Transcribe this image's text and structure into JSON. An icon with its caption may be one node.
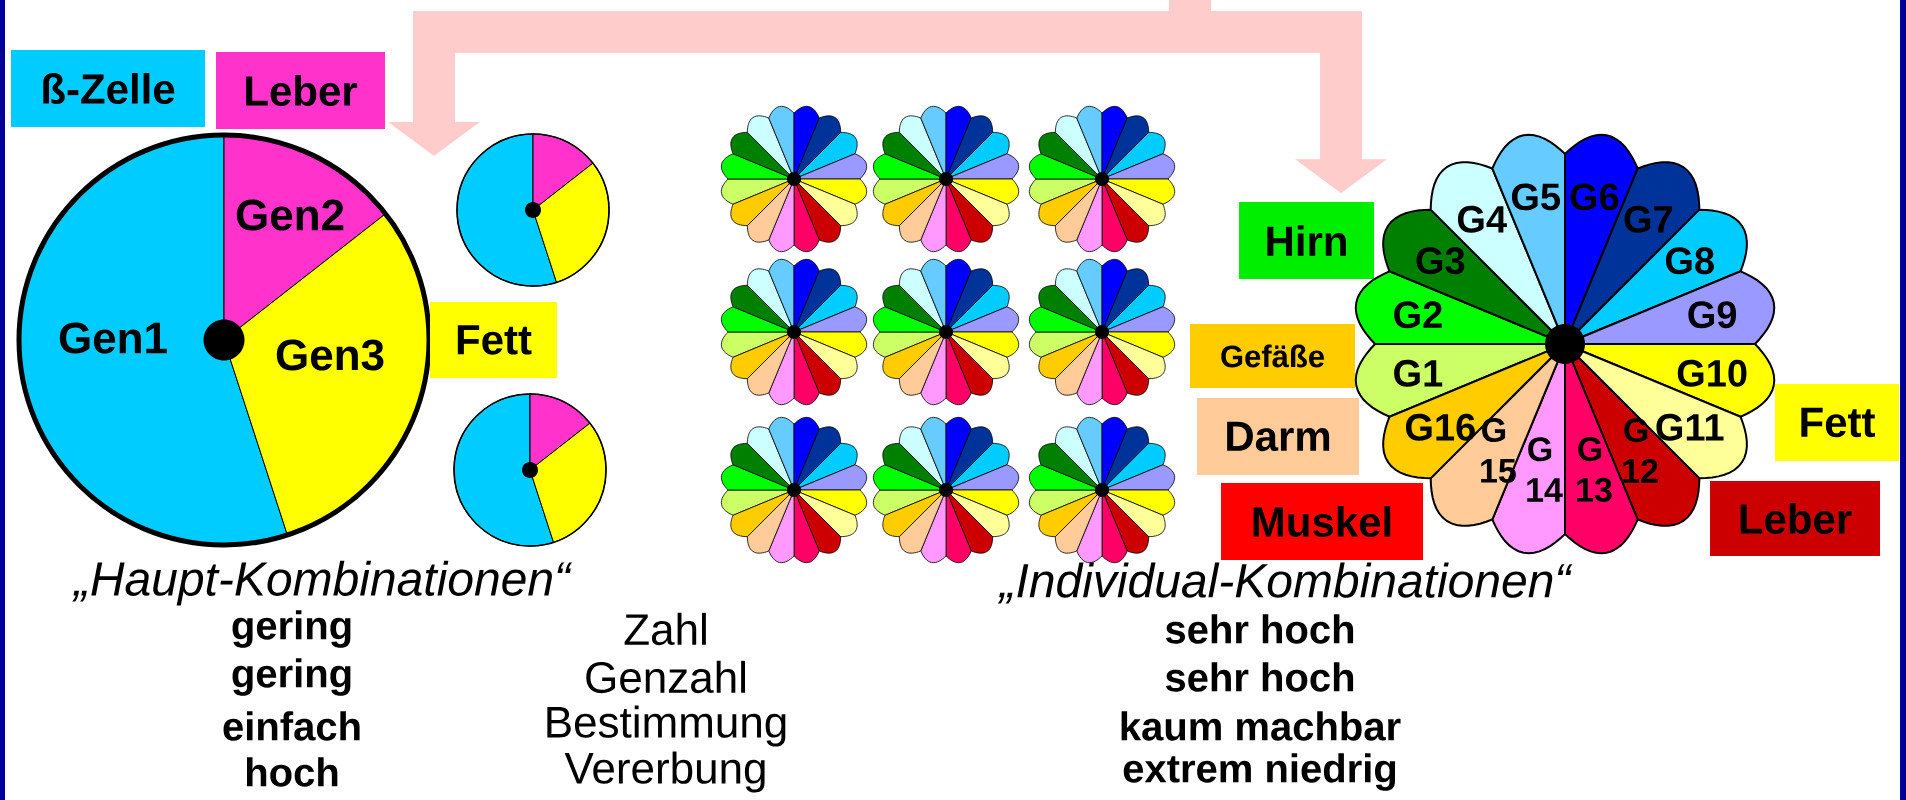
{
  "diagram": {
    "nodes": [
      {
        "text": [
          "ß-Zelle"
        ]
      },
      {
        "text": [
          "Leber"
        ]
      },
      {
        "text": [
          "Gen1",
          "Gen2",
          "Gen3"
        ]
      },
      {
        "text": [
          "Fett"
        ]
      },
      {
        "text": [],
        "shape": "circle"
      },
      {
        "text": [],
        "shape": "circle"
      },
      {
        "text": [
          "Hirn"
        ]
      },
      {
        "text": [
          "Gefäße"
        ]
      },
      {
        "text": [
          "Darm"
        ]
      },
      {
        "text": [
          "Muskel"
        ]
      },
      {
        "text": [
          "G1",
          "G2",
          "G3",
          "G4",
          "G5",
          "G6",
          "G7",
          "G8",
          "G9",
          "G10",
          "G11",
          "G 12",
          "G 13",
          "G 14",
          "G 15",
          "G16"
        ]
      },
      {
        "text": [
          "Fett"
        ]
      },
      {
        "text": [
          "Leber"
        ]
      }
    ],
    "edges": [
      {
        "from": null,
        "to": 4,
        "arrow": "to"
      },
      {
        "from": null,
        "to": 10,
        "arrow": "to"
      }
    ],
    "labels": [
      "„Haupt-Kombinationen“",
      "gering",
      "gering",
      "einfach",
      "hoch",
      "Zahl",
      "Genzahl",
      "Bestimmung",
      "Vererbung",
      "„Individual-Kombinationen“",
      "sehr hoch",
      "sehr hoch",
      "kaum machbar",
      "extrem niedrig"
    ]
  }
}
